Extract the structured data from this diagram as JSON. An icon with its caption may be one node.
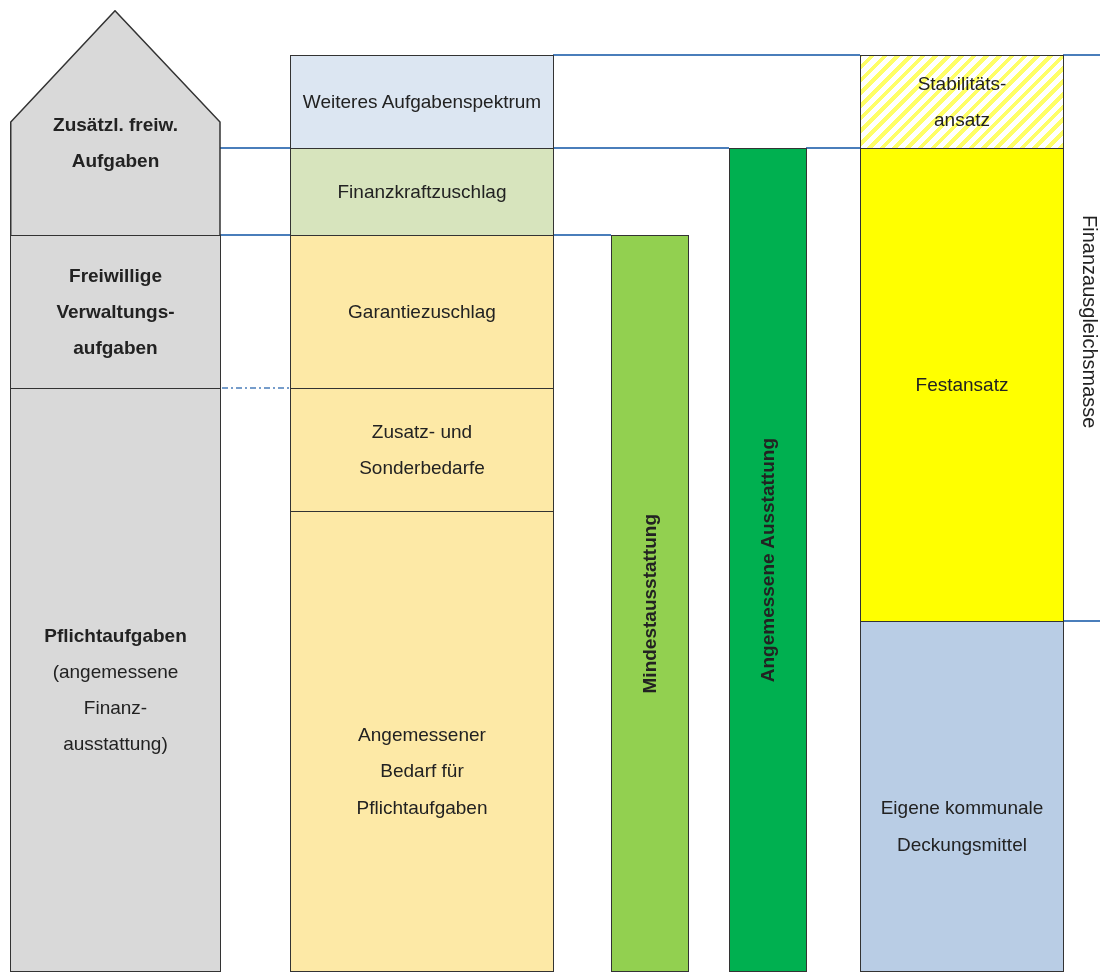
{
  "diagram": {
    "nodes": [
      {
        "text": [
          "Zusätzl. freiw. Aufgaben"
        ]
      },
      {
        "text": [
          "Freiwillige Verwaltungs- aufgaben"
        ]
      },
      {
        "text": [
          "Pflichtaufgaben",
          "(angemessene Finanz- ausstattung)"
        ]
      },
      {
        "text": [
          "Weiteres Aufgabenspektrum"
        ]
      },
      {
        "text": [
          "Finanzkraftzuschlag"
        ]
      },
      {
        "text": [
          "Garantiezuschlag"
        ]
      },
      {
        "text": [
          "Zusatz- und Sonderbedarfe"
        ]
      },
      {
        "text": [
          "Angemessener Bedarf für Pflichtaufgaben"
        ]
      },
      {
        "text": [
          "Mindestausstattung"
        ]
      },
      {
        "text": [
          "Angemessene Ausstattung"
        ]
      },
      {
        "text": [
          "Stabilitäts- ansatz"
        ]
      },
      {
        "text": [
          "Festansatz"
        ]
      },
      {
        "text": [
          "Eigene kommunale Deckungsmittel"
        ]
      }
    ],
    "labels": [
      "Finanzausgleichsmasse"
    ]
  }
}
